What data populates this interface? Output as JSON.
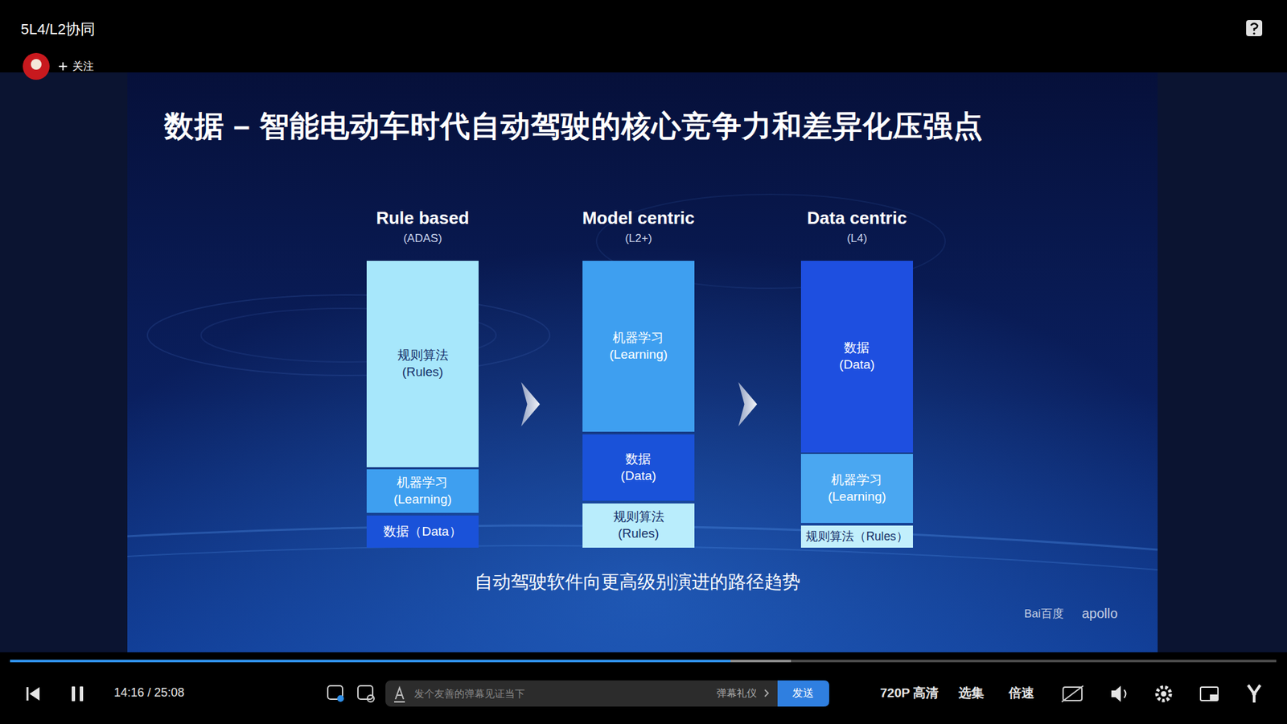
{
  "diagram": {
    "title": "数据 – 智能电动车时代自动驾驶的核心竞争力和差异化压强点",
    "caption": "自动驾驶软件向更高级别演进的路径趋势",
    "nodes": [
      {
        "text": [
          "Rule based",
          "(ADAS)"
        ]
      },
      {
        "text": [
          "规则算法 (Rules)"
        ],
        "in": 0
      },
      {
        "text": [
          "机器学习 (Learning)"
        ],
        "in": 0
      },
      {
        "text": [
          "数据（Data）"
        ],
        "in": 0
      },
      {
        "text": [
          "Model centric",
          "(L2+)"
        ]
      },
      {
        "text": [
          "机器学习 (Learning)"
        ],
        "in": 4
      },
      {
        "text": [
          "数据 (Data)"
        ],
        "in": 4
      },
      {
        "text": [
          "规则算法 (Rules)"
        ],
        "in": 4
      },
      {
        "text": [
          "Data centric",
          "(L4)"
        ]
      },
      {
        "text": [
          "数据 (Data)"
        ],
        "in": 8
      },
      {
        "text": [
          "机器学习 (Learning)"
        ],
        "in": 8
      },
      {
        "text": [
          "规则算法（Rules）"
        ],
        "in": 8
      }
    ],
    "edges": [
      {
        "from": 0,
        "to": 4,
        "arrow": "to"
      },
      {
        "from": 4,
        "to": 8,
        "arrow": "to"
      }
    ],
    "labels": [
      "5L4/L2协同",
      "关注",
      "Bai百度",
      "apollo",
      "14:16 / 25:08",
      "发个友善的弹幕见证当下",
      "弹幕礼仪",
      "发送",
      "720P 高清",
      "选集",
      "倍速"
    ]
  }
}
